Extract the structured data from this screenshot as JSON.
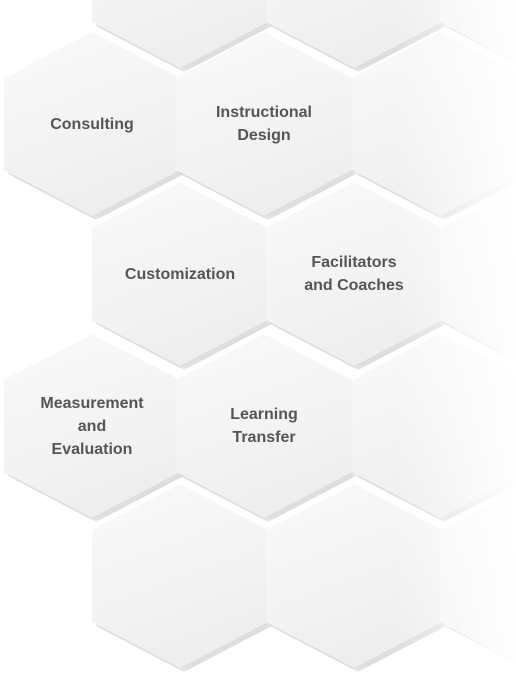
{
  "colors": {
    "tile": "#f2f2f2",
    "label": "#555555",
    "background": "#ffffff"
  },
  "tiles": [
    {
      "label": ""
    },
    {
      "label": ""
    },
    {
      "label": ""
    },
    {
      "label": "Consulting"
    },
    {
      "label": "Instructional\nDesign"
    },
    {
      "label": ""
    },
    {
      "label": "Customization"
    },
    {
      "label": "Facilitators\nand Coaches"
    },
    {
      "label": ""
    },
    {
      "label": "Measurement\nand\nEvaluation"
    },
    {
      "label": "Learning\nTransfer"
    },
    {
      "label": ""
    },
    {
      "label": ""
    },
    {
      "label": ""
    },
    {
      "label": ""
    }
  ]
}
